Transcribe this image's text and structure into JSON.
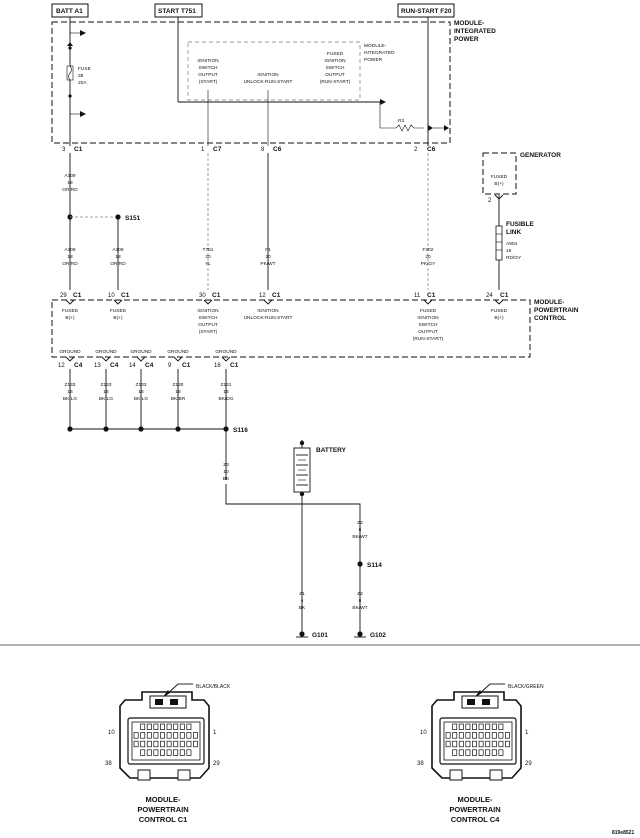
{
  "sources": {
    "batt": "BATT A1",
    "start": "START T751",
    "run_start": "RUN-START F20"
  },
  "tipm": {
    "line1": "MODULE-",
    "line2": "INTEGRATED",
    "line3": "POWER",
    "inner": [
      "MODULE-",
      "INTEGRATED",
      "POWER"
    ],
    "fuse": [
      "FUSE",
      "38",
      "20A"
    ],
    "resistor": "R3",
    "outputs": {
      "start": [
        "IGNITION",
        "SWITCH",
        "OUTPUT",
        "(START)"
      ],
      "unlock": [
        "IGNITION",
        "UNLOCK-RUN-START"
      ],
      "run_start": [
        "FUSED",
        "IGNITION",
        "SWITCH",
        "OUTPUT",
        "(RUN-START)",
        ""
      ]
    },
    "pins": [
      {
        "num": "3",
        "conn": "C1"
      },
      {
        "num": "1",
        "conn": "C7"
      },
      {
        "num": "8",
        "conn": "C6"
      },
      {
        "num": "2",
        "conn": "C6"
      }
    ]
  },
  "splices": {
    "s151": "S151",
    "s116": "S116",
    "s114": "S114"
  },
  "wires": {
    "a109_top": [
      "A109",
      "18",
      "OR/RD"
    ],
    "a109_left": [
      "A109",
      "18",
      "OR/RD"
    ],
    "a109_right": [
      "A109",
      "18",
      "OR/RD"
    ],
    "t751": [
      "T751",
      "20",
      "YL"
    ],
    "f1": [
      "F1",
      "20",
      "PK/WT"
    ],
    "f202": [
      "F202",
      "20",
      "PK/GY"
    ],
    "grounds": [
      [
        "Z133",
        "16",
        "BK/LG"
      ],
      [
        "Z133",
        "16",
        "BK/LG"
      ],
      [
        "Z133",
        "16",
        "BK/LG"
      ],
      [
        "Z130",
        "16",
        "BK/BR"
      ],
      [
        "Z131",
        "16",
        "BK/DG"
      ]
    ],
    "z3": [
      "Z3",
      "10",
      "BK"
    ],
    "z2_top": [
      "Z2",
      "6",
      "BK/WT"
    ],
    "z2_bot": [
      "Z2",
      "6",
      "BK/WT"
    ],
    "z1": [
      "Z1",
      "4",
      "BK"
    ]
  },
  "generator": {
    "title": "GENERATOR",
    "output": [
      "FUSED",
      "B(+)"
    ],
    "pin": "2",
    "fusible": [
      "FUSIBLE",
      "LINK"
    ],
    "fusible_wire": [
      "A804",
      "18",
      "RD/GY"
    ]
  },
  "pcm": {
    "line1": "MODULE-",
    "line2": "POWERTRAIN",
    "line3": "CONTROL",
    "top_pins": [
      {
        "num": "29",
        "conn": "C1"
      },
      {
        "num": "10",
        "conn": "C1"
      },
      {
        "num": "30",
        "conn": "C1"
      },
      {
        "num": "12",
        "conn": "C1"
      },
      {
        "num": "11",
        "conn": "C1"
      },
      {
        "num": "24",
        "conn": "C1"
      }
    ],
    "inputs": {
      "fused1": [
        "FUSED",
        "B(+)"
      ],
      "fused2": [
        "FUSED",
        "B(+)"
      ],
      "ign_start": [
        "IGNITION",
        "SWITCH",
        "OUTPUT",
        "(START)"
      ],
      "ign_unlock": [
        "IGNITION",
        "UNLOCK-RUN-START"
      ],
      "fused_ign": [
        "FUSED",
        "IGNITION",
        "SWITCH",
        "OUTPUT",
        "(RUN-START)"
      ],
      "fused3": [
        "FUSED",
        "B(+)"
      ]
    },
    "grounds": [
      "GROUND",
      "GROUND",
      "GROUND",
      "GROUND",
      "GROUND"
    ],
    "bottom_pins": [
      {
        "num": "12",
        "conn": "C4"
      },
      {
        "num": "13",
        "conn": "C4"
      },
      {
        "num": "14",
        "conn": "C4"
      },
      {
        "num": "9",
        "conn": "C1"
      },
      {
        "num": "16",
        "conn": "C1"
      }
    ]
  },
  "battery": {
    "title": "BATTERY"
  },
  "grounds": {
    "g101": "G101",
    "g102": "G102"
  },
  "connectors": {
    "c1": {
      "color": "BLACK/BLACK",
      "pin_top_left": "10",
      "pin_top_right": "1",
      "pin_bot_left": "38",
      "pin_bot_right": "29",
      "caption": [
        "MODULE-",
        "POWERTRAIN",
        "CONTROL C1"
      ]
    },
    "c4": {
      "color": "BLACK/GREEN",
      "pin_top_left": "10",
      "pin_top_right": "1",
      "pin_bot_left": "38",
      "pin_bot_right": "29",
      "caption": [
        "MODULE-",
        "POWERTRAIN",
        "CONTROL C4"
      ]
    }
  },
  "figure_id": "819e8521"
}
